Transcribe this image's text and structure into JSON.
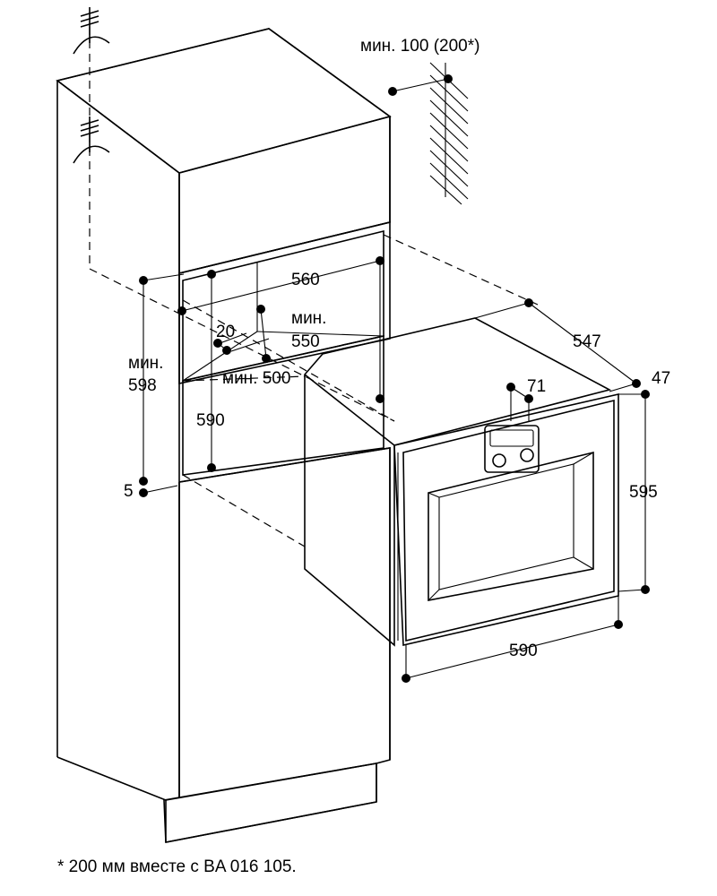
{
  "labels": {
    "top_clearance": "мин. 100 (200*)",
    "niche_width": "560",
    "min_label": "мин.",
    "niche_depth": "550",
    "vent_depth": "мин. 500",
    "vent_gap": "20",
    "niche_height_min": "мин.",
    "niche_height_val": "598",
    "inner_height": "590",
    "bottom_gap": "5",
    "oven_depth": "547",
    "front_depth": "47",
    "panel_height": "71",
    "oven_height": "595",
    "oven_width": "590"
  },
  "footnote": {
    "text": "* 200 мм вместе с BA 016 105."
  }
}
